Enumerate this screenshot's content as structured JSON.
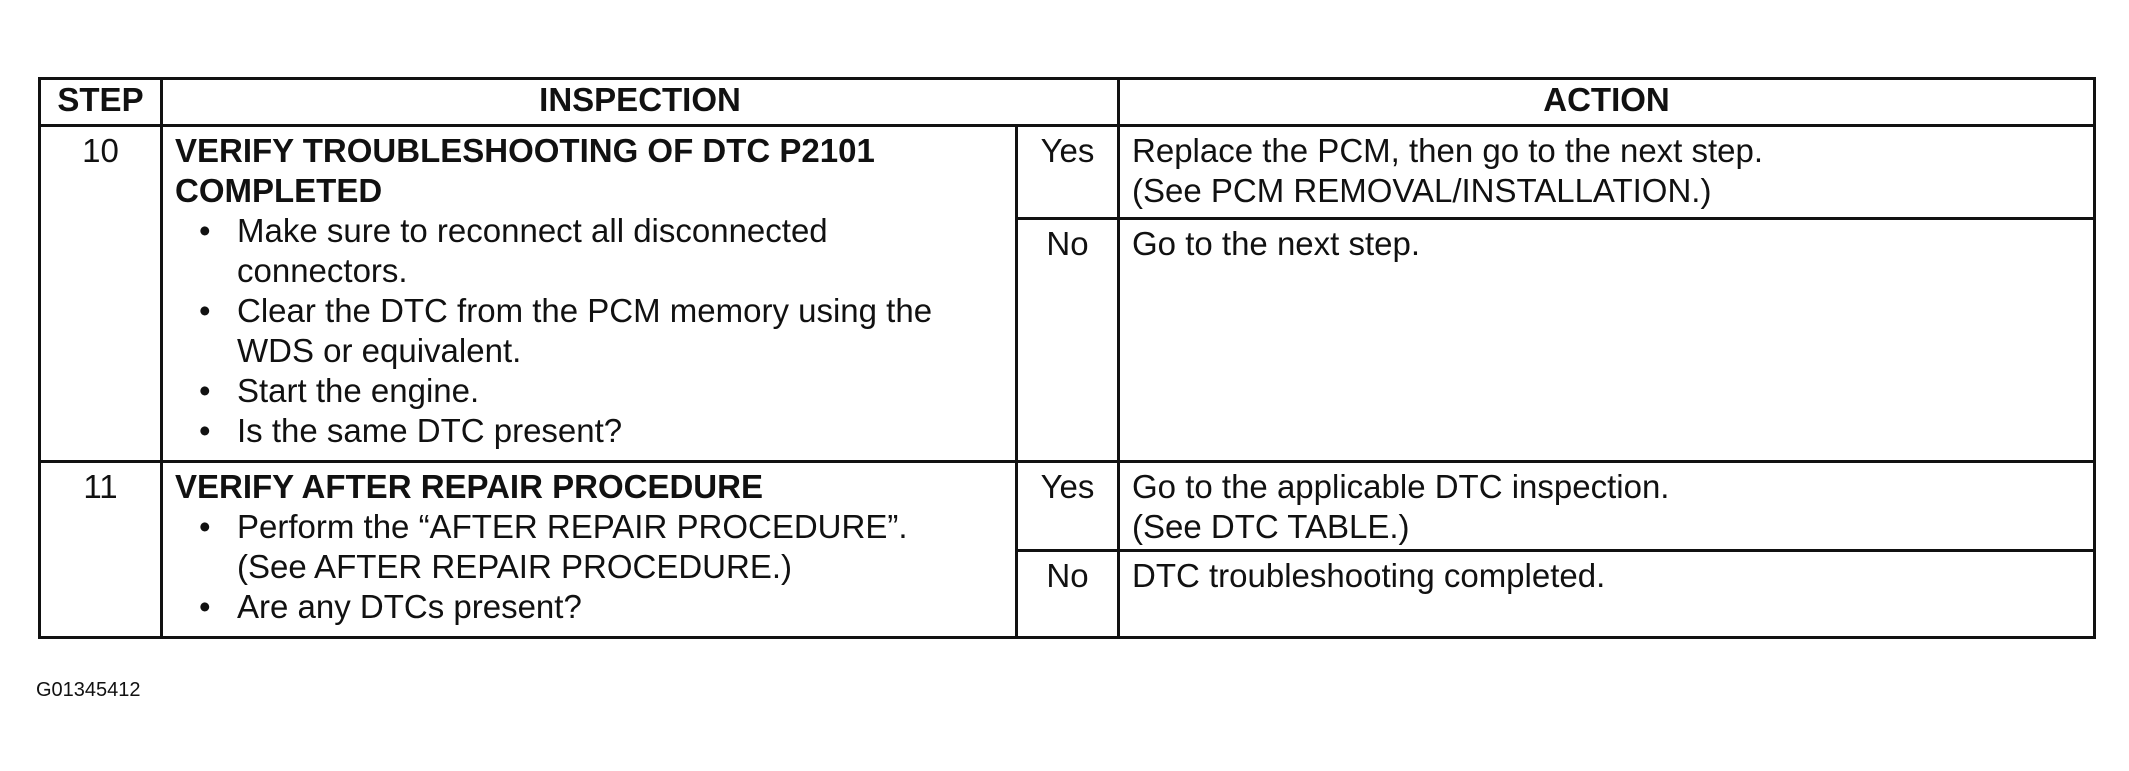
{
  "header": {
    "step": "STEP",
    "inspection": "INSPECTION",
    "action": "ACTION"
  },
  "rows": [
    {
      "step": "10",
      "title": "VERIFY TROUBLESHOOTING OF DTC P2101 COMPLETED",
      "bullets": [
        "Make sure to reconnect all disconnected connectors.",
        "Clear the DTC from the PCM memory using the WDS or equivalent.",
        "Start the engine.",
        "Is the same DTC present?"
      ],
      "yes_label": "Yes",
      "yes_action_1": "Replace the PCM, then go to the next step.",
      "yes_action_2": "(See PCM REMOVAL/INSTALLATION.)",
      "no_label": "No",
      "no_action_1": "Go to the next step."
    },
    {
      "step": "11",
      "title": "VERIFY AFTER REPAIR PROCEDURE",
      "bullets": [
        "Perform the “AFTER REPAIR PROCEDURE”.",
        "Are any DTCs present?"
      ],
      "sub_note": "(See AFTER REPAIR PROCEDURE.)",
      "yes_label": "Yes",
      "yes_action_1": "Go to the applicable DTC inspection.",
      "yes_action_2": "(See DTC TABLE.)",
      "no_label": "No",
      "no_action_1": "DTC troubleshooting completed."
    }
  ],
  "bullet_glyph": "•",
  "figure_id": "G01345412"
}
